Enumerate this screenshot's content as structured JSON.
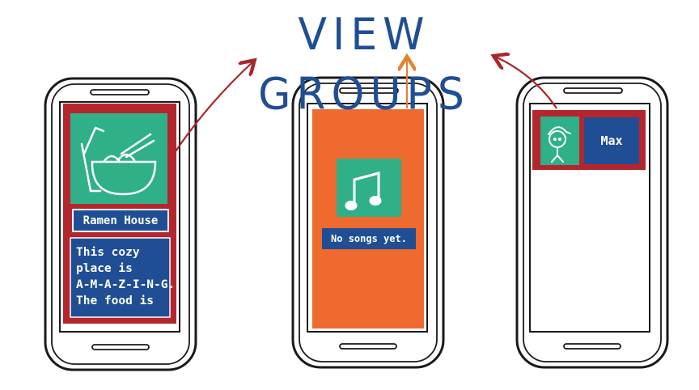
{
  "title": "VIEW GROUPS",
  "phones": [
    {
      "caption": "Ramen House",
      "description": "This cozy\nplace is\nA-M-A-Z-I-N-G.\nThe food is"
    },
    {
      "caption": "No songs yet."
    },
    {
      "caption": "Max"
    }
  ],
  "colors": {
    "ink": "#1a1a1a",
    "title_blue": "#1f4e94",
    "frame_red": "#b5262c",
    "panel_green": "#2fb089",
    "panel_navy": "#1f4e94",
    "panel_orange": "#ee6a2e",
    "arrow_red": "#a8262a",
    "arrow_orange": "#e4822f"
  },
  "icons": [
    "ramen-bowl-icon",
    "music-note-icon",
    "person-avatar-icon"
  ]
}
